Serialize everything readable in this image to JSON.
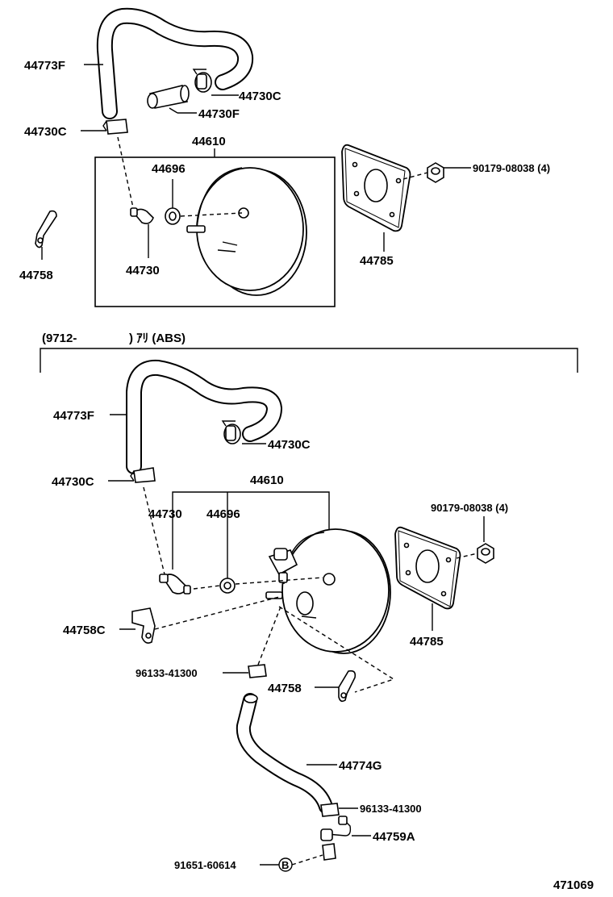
{
  "top_section": {
    "hose_label": "44773F",
    "clip_right_label": "44730C",
    "pipe_label": "44730F",
    "clip_left_label": "44730C",
    "booster_assy_label": "44610",
    "grommet_label": "44696",
    "check_valve_label": "44730",
    "bracket_label": "44758",
    "gasket_label": "44785",
    "nut_label": "90179-08038 (4)"
  },
  "bottom_section": {
    "range_start": "(9712-",
    "range_end": ") ｱﾘ (ABS)",
    "hose_label": "44773F",
    "clip_right_label": "44730C",
    "clip_left_label": "44730C",
    "booster_assy_label": "44610",
    "check_valve_label": "44730",
    "grommet_label": "44696",
    "bracket_c_label": "44758C",
    "clamp_upper_label": "96133-41300",
    "bracket_label": "44758",
    "gasket_label": "44785",
    "nut_label": "90179-08038 (4)",
    "hose_lower_label": "44774G",
    "clamp_lower_label": "96133-41300",
    "union_label": "44759A",
    "bolt_label": "91651-60614",
    "bolt_callout": "B"
  },
  "figure_number": "471069"
}
